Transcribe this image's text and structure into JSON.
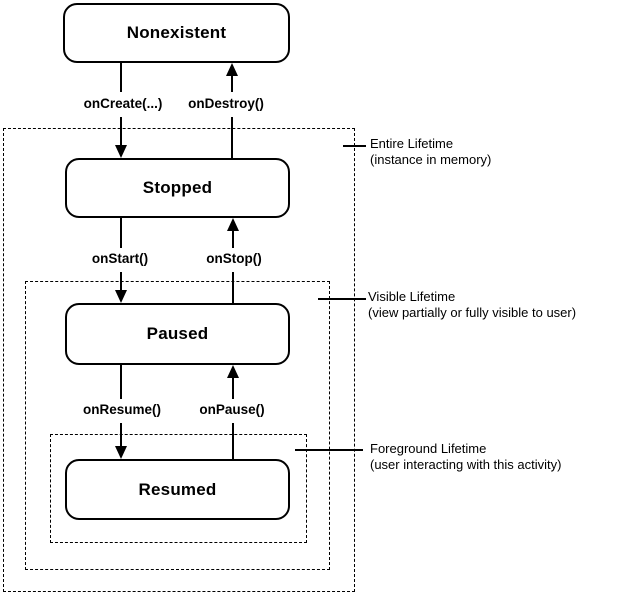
{
  "diagram": {
    "states": [
      {
        "id": "nonexistent",
        "label": "Nonexistent"
      },
      {
        "id": "stopped",
        "label": "Stopped"
      },
      {
        "id": "paused",
        "label": "Paused"
      },
      {
        "id": "resumed",
        "label": "Resumed"
      }
    ],
    "transitions": [
      {
        "id": "on-create",
        "label": "onCreate(...)",
        "direction": "down",
        "from": "nonexistent",
        "to": "stopped"
      },
      {
        "id": "on-destroy",
        "label": "onDestroy()",
        "direction": "up",
        "from": "stopped",
        "to": "nonexistent"
      },
      {
        "id": "on-start",
        "label": "onStart()",
        "direction": "down",
        "from": "stopped",
        "to": "paused"
      },
      {
        "id": "on-stop",
        "label": "onStop()",
        "direction": "up",
        "from": "paused",
        "to": "stopped"
      },
      {
        "id": "on-resume",
        "label": "onResume()",
        "direction": "down",
        "from": "paused",
        "to": "resumed"
      },
      {
        "id": "on-pause",
        "label": "onPause()",
        "direction": "up",
        "from": "resumed",
        "to": "paused"
      }
    ],
    "lifetimes": [
      {
        "id": "entire",
        "title": "Entire Lifetime",
        "subtitle": "(instance in memory)"
      },
      {
        "id": "visible",
        "title": "Visible Lifetime",
        "subtitle": "(view partially or fully visible to user)"
      },
      {
        "id": "foreground",
        "title": "Foreground Lifetime",
        "subtitle": "(user interacting with this activity)"
      }
    ],
    "colors": {
      "line": "#000000",
      "background": "#ffffff",
      "box_fill": "#ffffff"
    }
  }
}
